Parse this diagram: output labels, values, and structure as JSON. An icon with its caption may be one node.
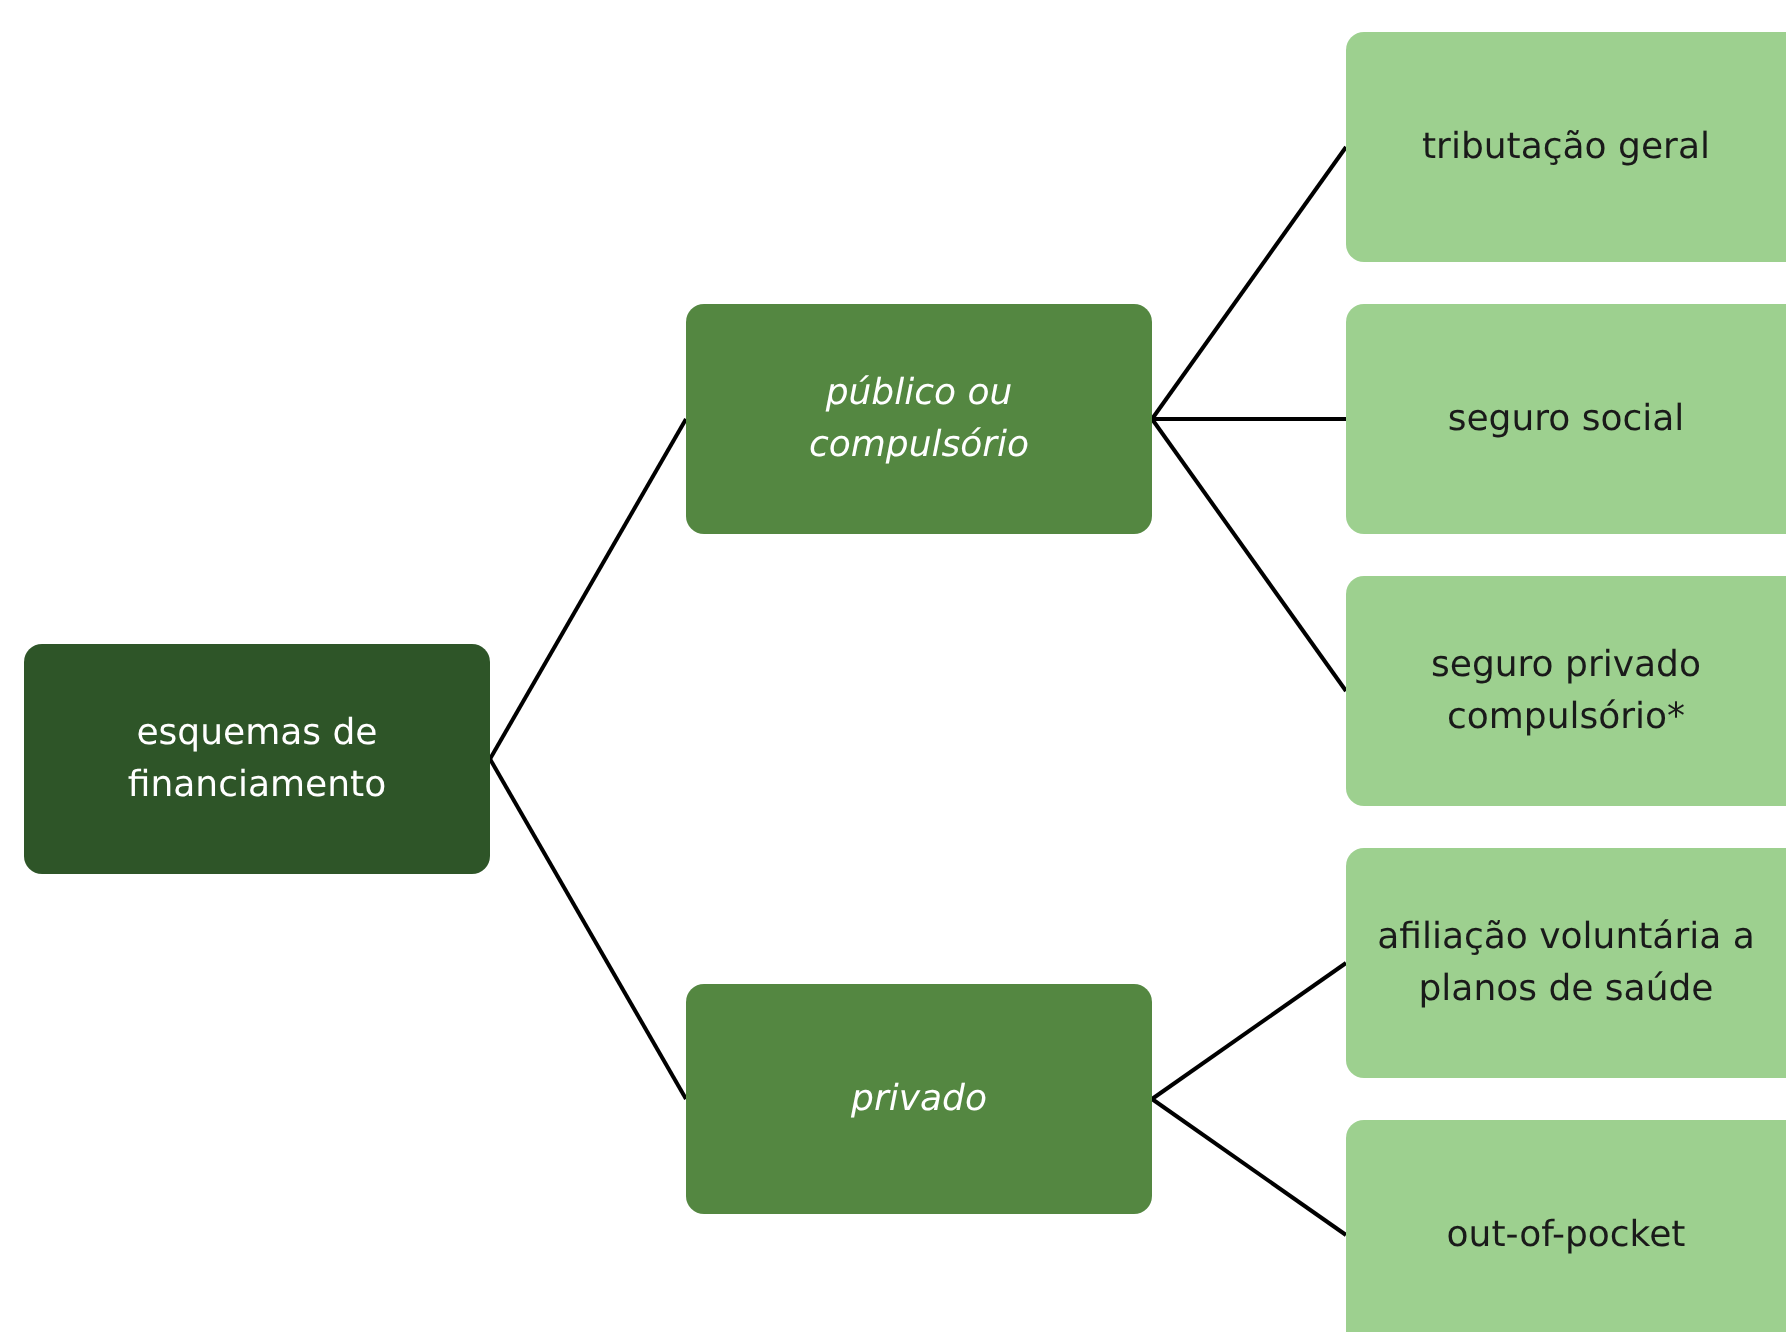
{
  "diagram": {
    "nodes": [
      {
        "text": [
          "esquemas de financiamento"
        ]
      },
      {
        "text": [
          "público ou compulsório"
        ]
      },
      {
        "text": [
          "tributação geral"
        ]
      },
      {
        "text": [
          "seguro social"
        ]
      },
      {
        "text": [
          "seguro privado compulsório*"
        ]
      },
      {
        "text": [
          "privado"
        ]
      },
      {
        "text": [
          "afiliação voluntária a planos de saúde"
        ]
      },
      {
        "text": [
          "out-of-pocket"
        ]
      }
    ],
    "edges": [
      {
        "from": 0,
        "to": 1,
        "arrow": "none"
      },
      {
        "from": 0,
        "to": 5,
        "arrow": "none"
      },
      {
        "from": 1,
        "to": 2,
        "arrow": "none"
      },
      {
        "from": 1,
        "to": 3,
        "arrow": "none"
      },
      {
        "from": 1,
        "to": 4,
        "arrow": "none"
      },
      {
        "from": 5,
        "to": 6,
        "arrow": "none"
      },
      {
        "from": 5,
        "to": 7,
        "arrow": "none"
      }
    ]
  }
}
